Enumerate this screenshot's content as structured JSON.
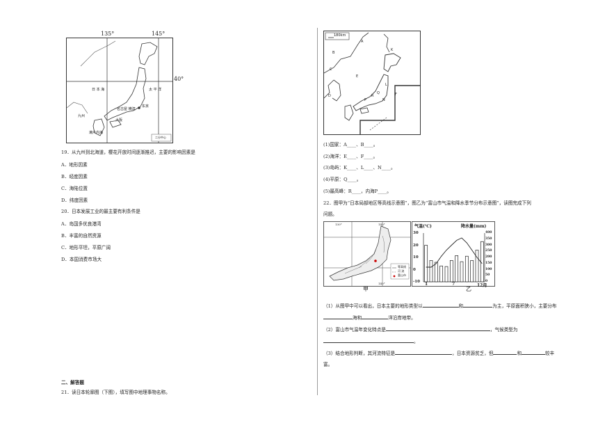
{
  "left": {
    "map1": {
      "lon_labels": [
        "135°",
        "145°"
      ],
      "lat_label": "40°",
      "sea_jp": "日 本 海",
      "ocean_pacific": "太 平 洋",
      "place_tokyo": "东京",
      "place_osaka": "大阪",
      "place_kyushu": "九州",
      "place_setonaikai": "濑户内海",
      "place_nagoya_label": "名古屋 横滨",
      "marker": "二分中心"
    },
    "q19": {
      "stem": "19．从九州到北海道，樱花开放时间逐渐推迟，主要的影响因素是",
      "options": [
        "A．地形因素",
        "B．经度因素",
        "C．海陆位置",
        "D．纬度因素"
      ]
    },
    "q20": {
      "stem": "20．日本发展工业的最主要有利条件是",
      "options": [
        "A．岛国多优良港湾",
        "B．丰富的自然资源",
        "C．地形平坦，平原广阔",
        "D．本国消费市场大"
      ]
    },
    "section_title": "二、解答题",
    "q21_stem": "21．读日本轮廓图（下图），填写图中地理事物名称。"
  },
  "right": {
    "map2": {
      "scale": "180km",
      "labels": [
        "A",
        "B",
        "C",
        "D",
        "E",
        "F",
        "K",
        "L",
        "N",
        "P",
        "Q",
        "R"
      ]
    },
    "fill_lines": [
      "(1)国家：A____、B____。",
      "(2)海洋：E____、F____。",
      "(3)岛屿：K____、L____、N____。",
      "(4)平原：Q____。",
      "(5)最高峰：R____，内海P____。"
    ],
    "q22_stem_1": "22．图甲为“日本局部地区等高线示意图”，图乙为“富山市气温和降水季节分布示意图”，读图完成下列",
    "q22_stem_2": "问题。",
    "fig_jia": {
      "caption": "甲",
      "lon_labels": [
        "130°",
        "140°",
        "140°"
      ],
      "legend": [
        "等高线",
        "河 流",
        "富山市"
      ]
    },
    "fig_yi": {
      "caption": "乙",
      "temp_title": "气温(℃)",
      "precip_title": "降水量(mm)",
      "temp_ticks": [
        "30",
        "20",
        "10",
        "0",
        "-10"
      ],
      "precip_ticks": [
        "400",
        "350",
        "300",
        "250",
        "200",
        "150",
        "100",
        "50",
        "0"
      ],
      "x_ticks": [
        "1",
        "7",
        "12月"
      ]
    },
    "q22_sub1_a": "（1）从图甲中可以看出，日本主要的地形类型以",
    "q22_sub1_b": "和",
    "q22_sub1_c": "为主，平原面积狭小，主要分布",
    "q22_sub1_d": "海和",
    "q22_sub1_e": "洋沿岸地带。",
    "q22_sub2_a": "（2）富山市气温年变化特点是",
    "q22_sub2_b": "，气候类型为",
    "q22_sub2_end": "。",
    "q22_sub3_a": "（3）结合地形判断，其河流特征是",
    "q22_sub3_b": "，日本资源贫乏，但",
    "q22_sub3_c": "和",
    "q22_sub3_d": "较丰",
    "q22_sub3_e": "富。"
  },
  "chart_data": {
    "type": "bar",
    "categories": [
      "1",
      "2",
      "3",
      "4",
      "5",
      "6",
      "7",
      "8",
      "9",
      "10",
      "11",
      "12"
    ],
    "series": [
      {
        "values": [
          300,
          175,
          160,
          130,
          125,
          175,
          215,
          165,
          210,
          175,
          260,
          330
        ]
      },
      {
        "values": [
          2,
          2,
          5,
          11,
          16,
          20,
          24,
          26,
          22,
          16,
          10,
          5
        ]
      }
    ],
    "ylim_temp": [
      -10,
      30
    ],
    "ylim_precip": [
      0,
      400
    ]
  }
}
